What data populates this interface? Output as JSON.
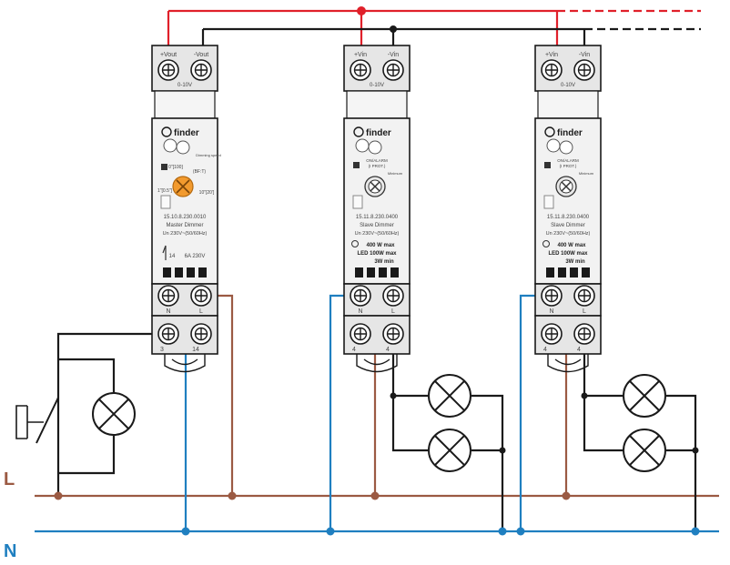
{
  "brand": "finder",
  "rails": {
    "live_label": "L",
    "neutral_label": "N"
  },
  "colors": {
    "live_wire": "#9b5a43",
    "neutral_wire": "#1f7fc0",
    "positive_control": "#e0202a",
    "negative_control": "#1a1a1a",
    "module_body": "#f2f2f2",
    "module_panel": "#dcdcdc",
    "knob_master": "#f29a2e"
  },
  "modules": [
    {
      "id": "master",
      "top_left": "+Vout",
      "top_right": "-Vout",
      "top_range": "0-10V",
      "knob_label": "Dimming speed",
      "mode_a": "0\"[100]",
      "mode_b": "(BF:T)",
      "mode_c": "1\"[0.5\"]",
      "mode_d": "10\"[20']",
      "model": "15.10.8.230.0010",
      "name": "Master Dimmer",
      "supply": "Un 230V~(50/60Hz)",
      "contact": "14",
      "rating": "6A 230V",
      "bottom_left": "N",
      "bottom_right": "L",
      "lower_left": "3",
      "lower_right": "14"
    },
    {
      "id": "slave1",
      "top_left": "+Vin",
      "top_right": "-Vin",
      "top_range": "0-10V",
      "knob_label": "Minimum",
      "alarm_a": "ON/ALARM",
      "alarm_b": "(I PROT.)",
      "model": "15.11.8.230.0400",
      "name": "Slave Dimmer",
      "supply": "Un 230V~(50/60Hz)",
      "load_a": "400 W max",
      "load_b": "LED 100W max",
      "load_c": "3W min",
      "bottom_left": "N",
      "bottom_right": "L",
      "lower_left": "4",
      "lower_right": "4"
    },
    {
      "id": "slave2",
      "top_left": "+Vin",
      "top_right": "-Vin",
      "top_range": "0-10V",
      "knob_label": "Minimum",
      "alarm_a": "ON/ALARM",
      "alarm_b": "(I PROT.)",
      "model": "15.11.8.230.0400",
      "name": "Slave Dimmer",
      "supply": "Un 230V~(50/60Hz)",
      "load_a": "400 W max",
      "load_b": "LED 100W max",
      "load_c": "3W min",
      "bottom_left": "N",
      "bottom_right": "L",
      "lower_left": "4",
      "lower_right": "4"
    }
  ]
}
